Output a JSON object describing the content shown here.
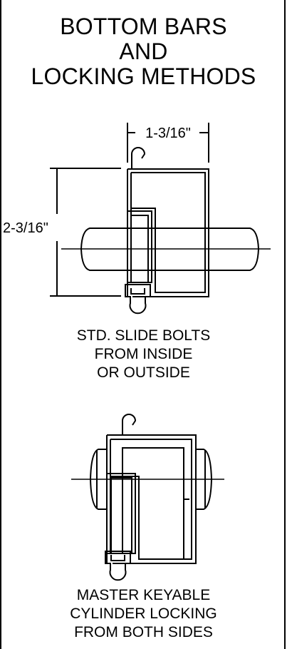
{
  "title": {
    "line1": "BOTTOM BARS",
    "line2": "AND",
    "line3": "LOCKING METHODS"
  },
  "detail_1": {
    "width_dimension": "1-3/16\"",
    "height_dimension": "2-3/16\"",
    "caption_line1": "STD. SLIDE BOLTS",
    "caption_line2": "FROM INSIDE",
    "caption_line3": "OR OUTSIDE"
  },
  "detail_2": {
    "caption_line1": "MASTER KEYABLE",
    "caption_line2": "CYLINDER LOCKING",
    "caption_line3": "FROM BOTH SIDES"
  },
  "colors": {
    "line": "#000000",
    "background": "#ffffff"
  }
}
